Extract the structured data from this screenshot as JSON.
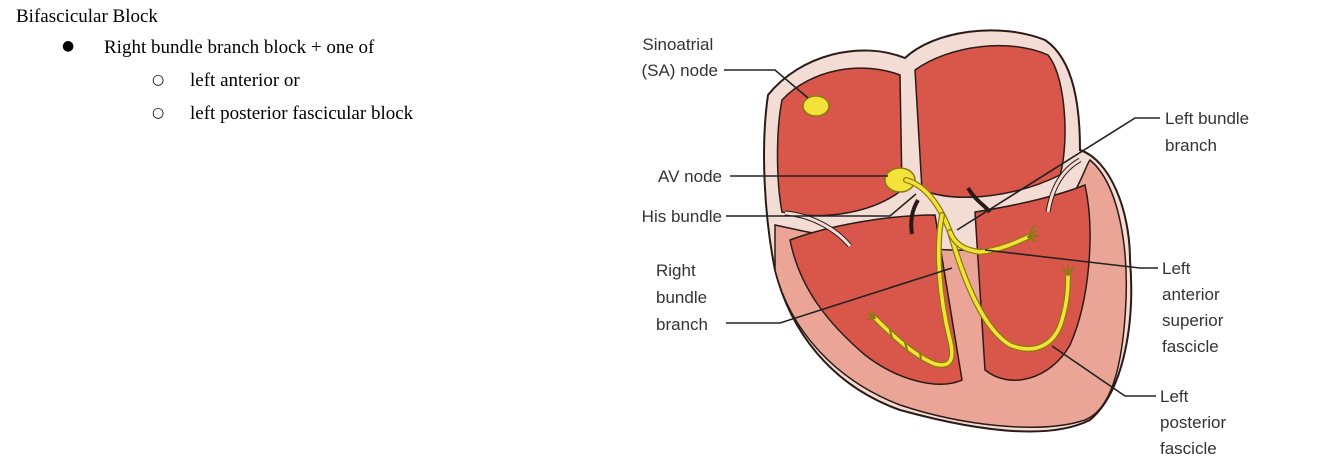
{
  "document": {
    "title": "Bifascicular Block",
    "bullets": [
      {
        "text": "Right bundle branch block + one of",
        "sub_items": [
          "left anterior or",
          "left posterior fascicular block"
        ]
      }
    ]
  },
  "figure": {
    "labels": {
      "sa_node": [
        "Sinoatrial",
        "(SA) node"
      ],
      "av_node": "AV node",
      "his_bundle": "His bundle",
      "right_bundle_branch": [
        "Right",
        "bundle",
        "branch"
      ],
      "left_bundle_branch": [
        "Left bundle",
        "branch"
      ],
      "left_anterior_superior_fascicle": [
        "Left",
        "anterior",
        "superior",
        "fascicle"
      ],
      "left_posterior_fascicle": [
        "Left",
        "posterior",
        "fascicle"
      ]
    },
    "colors": {
      "myocardium": "#d9574a",
      "ventricle_wall": "#eaa596",
      "pericardium": "#f3dcd4",
      "outline": "#2b1b18",
      "conduction": "#f2e23a",
      "conduction_outline": "#8a7a10"
    }
  }
}
